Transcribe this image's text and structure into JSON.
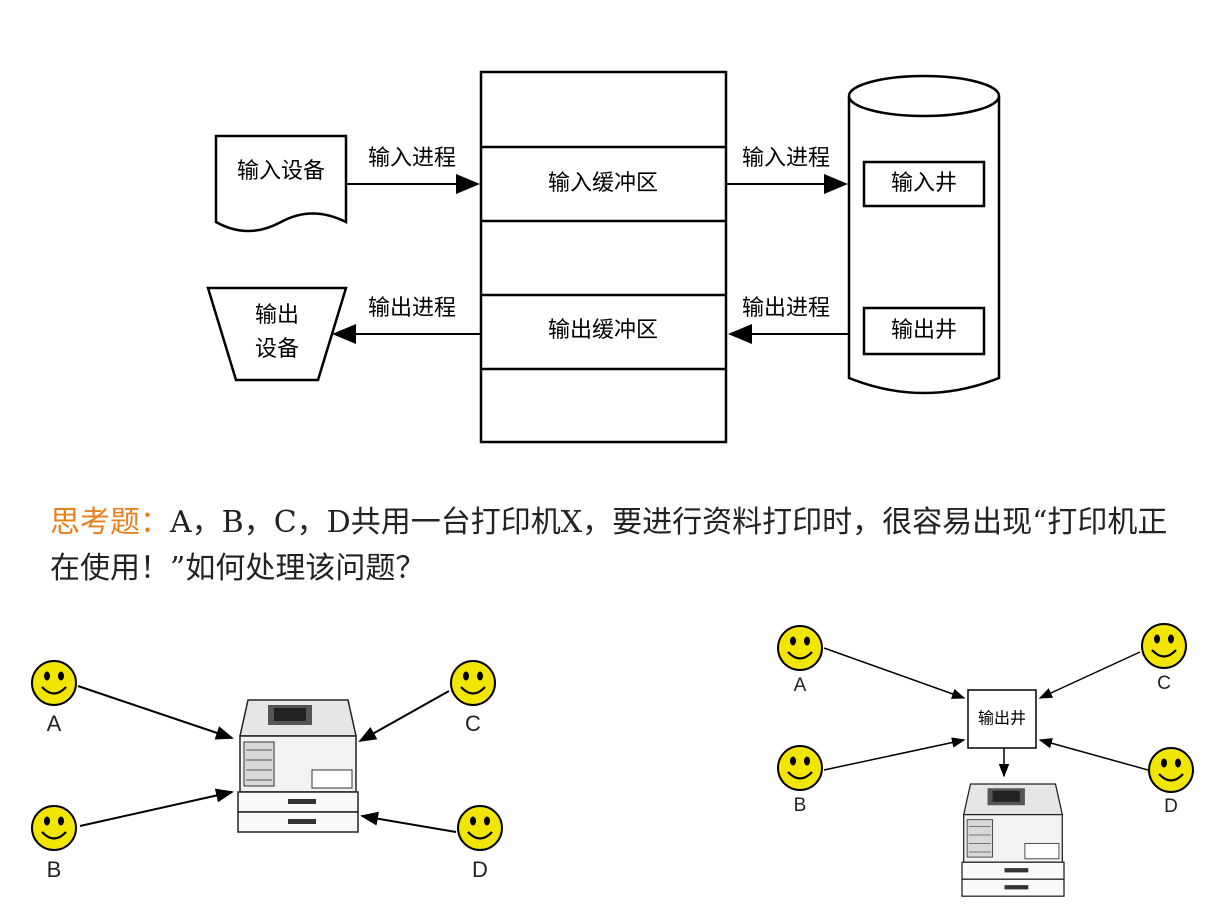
{
  "diagram": {
    "input_device": "输入设备",
    "output_device_line1": "输出",
    "output_device_line2": "设备",
    "input_process_left": "输入进程",
    "output_process_left": "输出进程",
    "input_buffer": "输入缓冲区",
    "output_buffer": "输出缓冲区",
    "input_process_right": "输入进程",
    "output_process_right": "输出进程",
    "input_well": "输入井",
    "output_well": "输出井"
  },
  "question": {
    "lead": "思考题：",
    "text": "A，B，C，D共用一台打印机X，要进行资料打印时，很容易出现“打印机正在使用！”如何处理该问题？"
  },
  "left_scene": {
    "users": [
      "A",
      "B",
      "C",
      "D"
    ]
  },
  "right_scene": {
    "users": [
      "A",
      "B",
      "C",
      "D"
    ],
    "spool_label": "输出井"
  },
  "colors": {
    "smiley": "#f2e600",
    "lead": "#e8801e",
    "line": "#000000"
  }
}
